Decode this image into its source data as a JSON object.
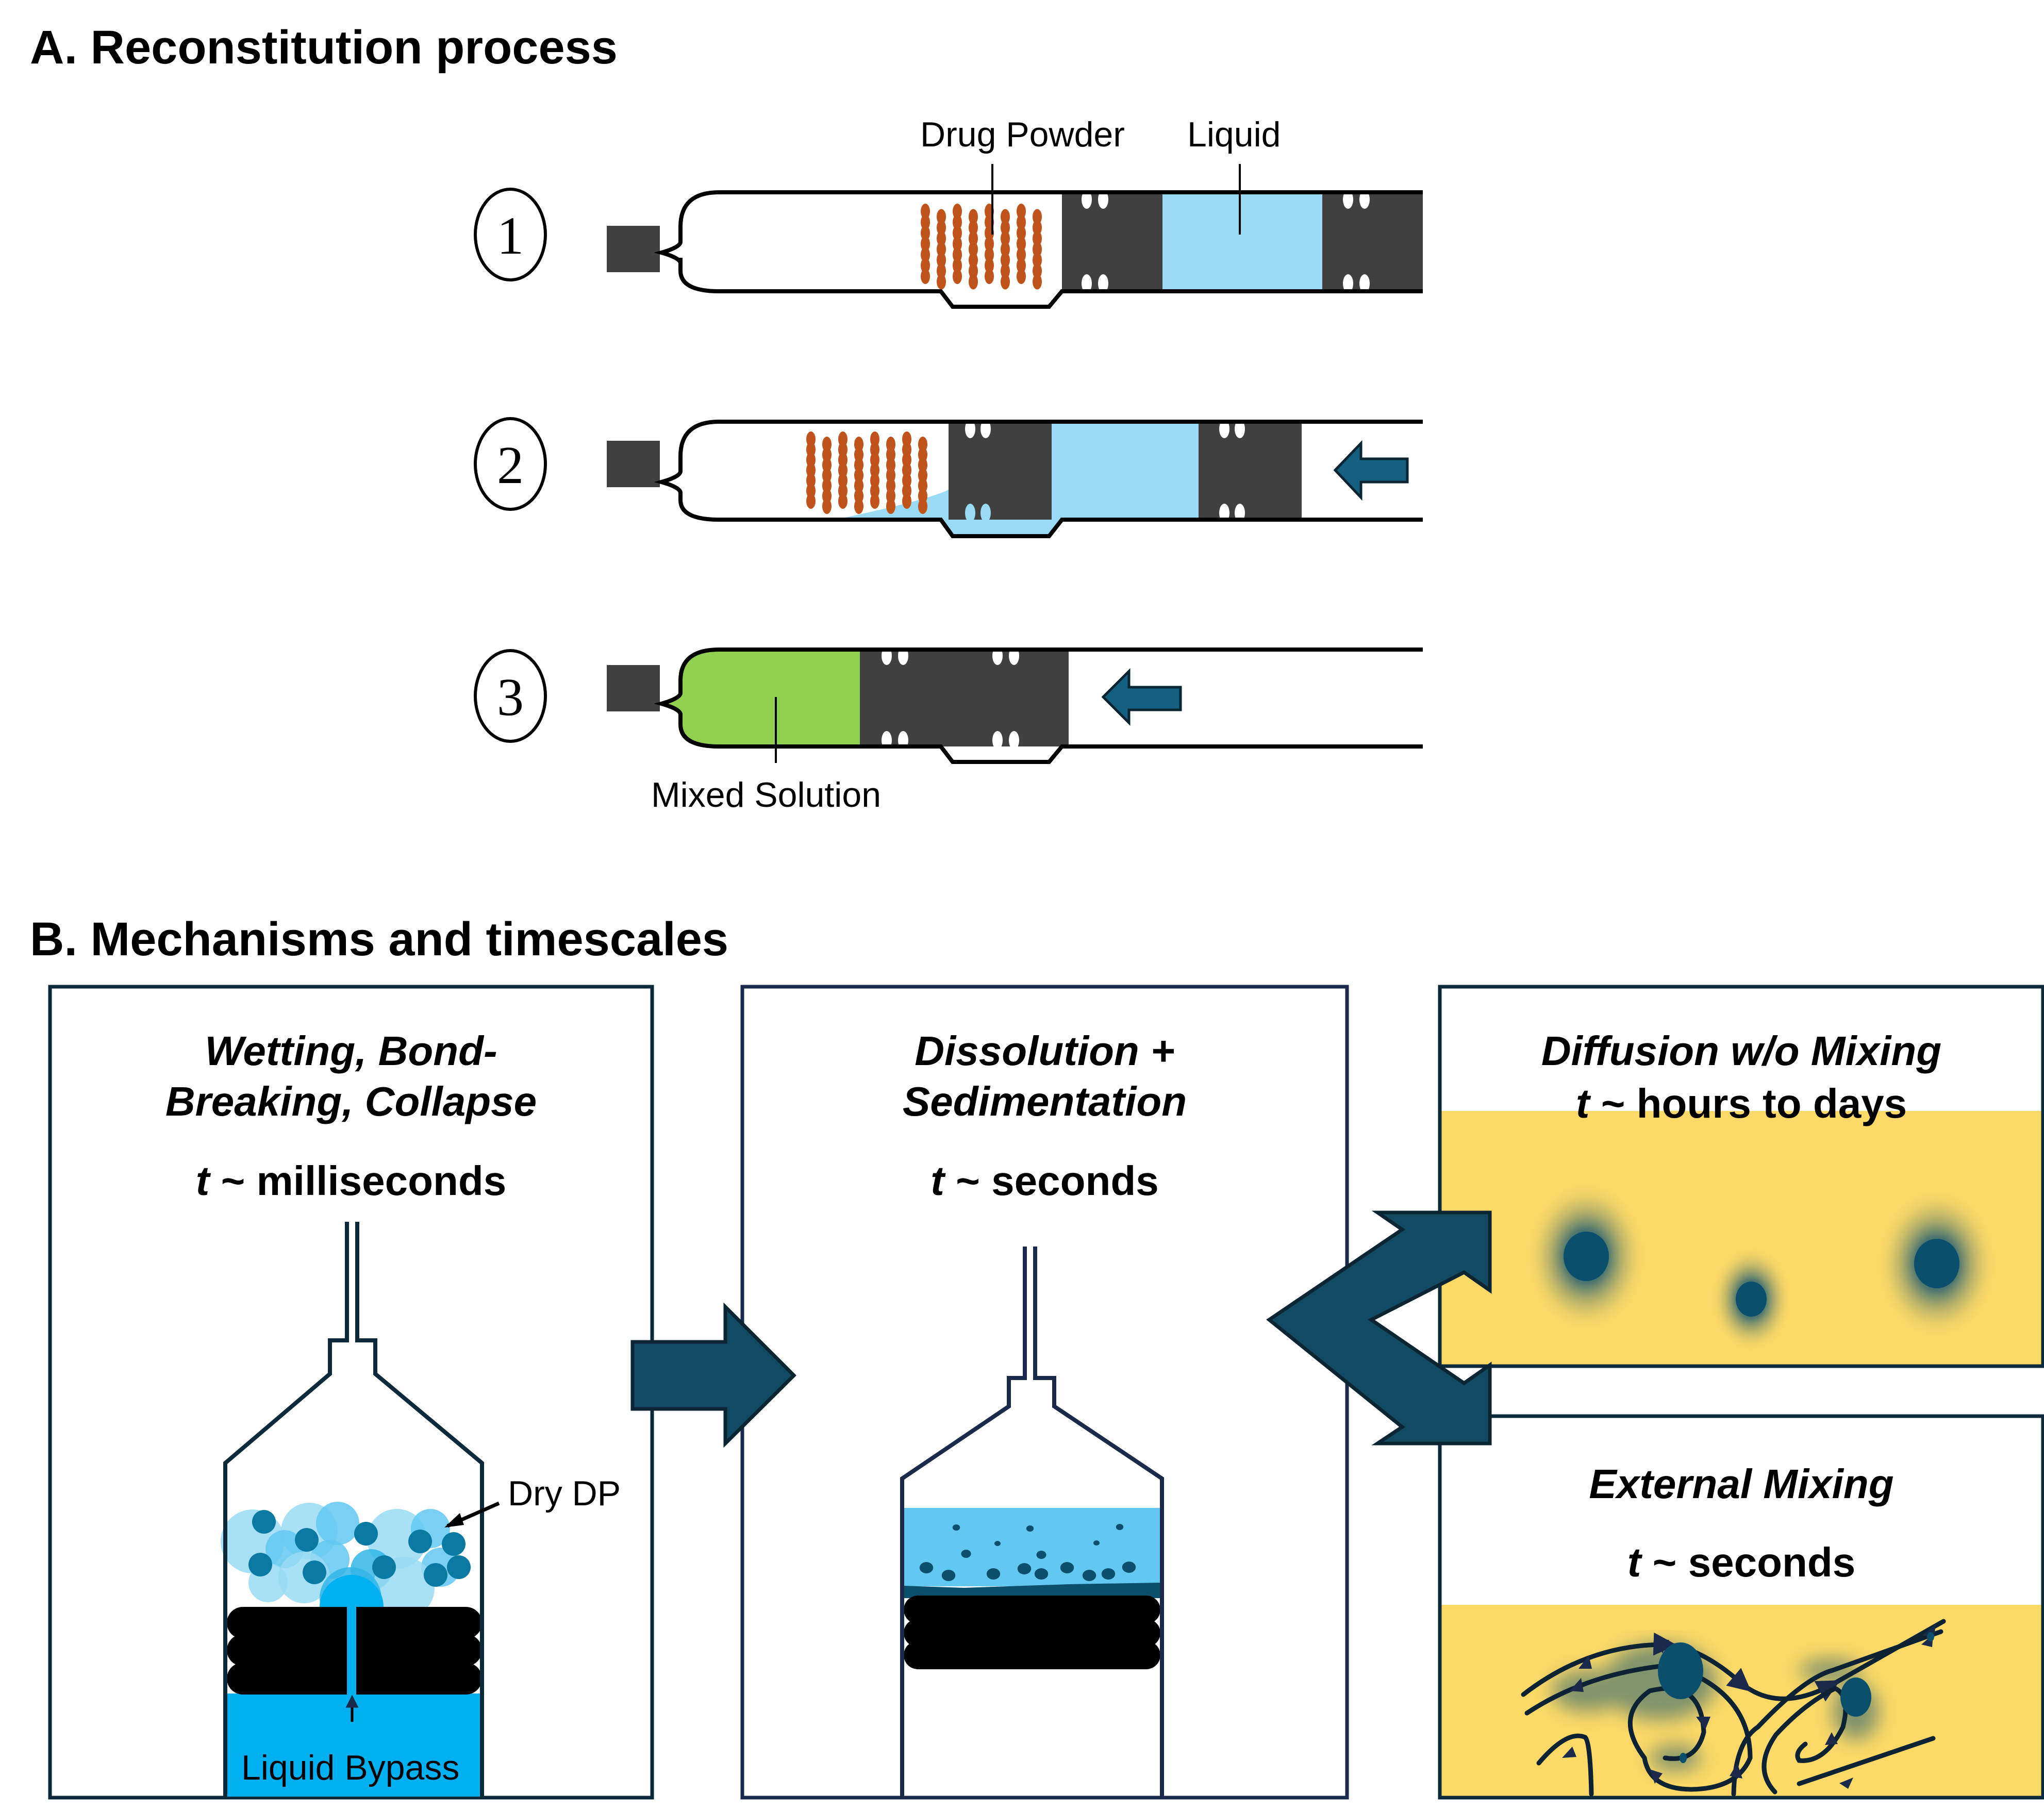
{
  "panel_a": {
    "heading": "A. Reconstitution process",
    "steps": [
      {
        "number": "1"
      },
      {
        "number": "2"
      },
      {
        "number": "3"
      }
    ],
    "labels": {
      "drug_powder": "Drug Powder",
      "liquid": "Liquid",
      "mixed_solution": "Mixed Solution"
    }
  },
  "panel_b": {
    "heading": "B. Mechanisms and timescales",
    "boxes": [
      {
        "title": "Wetting, Bond-\nBreaking, Collapse",
        "title_line1": "Wetting, Bond-",
        "title_line2": "Breaking, Collapse",
        "time_prefix": "t",
        "time_text": " ~ milliseconds",
        "annotations": {
          "dry_dp": "Dry DP",
          "liquid_bypass": "Liquid Bypass"
        }
      },
      {
        "title_line1": "Dissolution +",
        "title_line2": "Sedimentation",
        "time_prefix": "t",
        "time_text": " ~ seconds"
      },
      {
        "title_line1": "Diffusion w/o Mixing",
        "time_prefix": "t",
        "time_text": " ~ hours to days"
      },
      {
        "title_line1": "External Mixing",
        "time_prefix": "t",
        "time_text": " ~ seconds"
      }
    ]
  },
  "colors": {
    "stopper": "#404040",
    "powder": "#c0531a",
    "liquid": "#99dbf5",
    "mixed": "#92d050",
    "arrow": "#134a63",
    "arrow_edge": "#0b2533",
    "yellow": "#fdd967",
    "bright_blue": "#00b0f0",
    "particle": "#0b7aa3",
    "outline": "#0d2a3a"
  }
}
